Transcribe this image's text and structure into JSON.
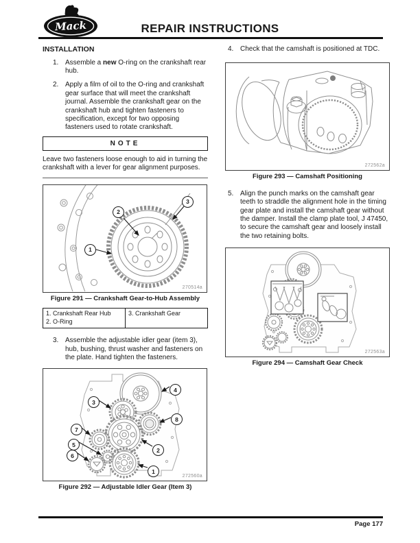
{
  "header": {
    "brand": "Mack",
    "title": "REPAIR INSTRUCTIONS"
  },
  "content": {
    "section_heading": "INSTALLATION",
    "steps": {
      "s1": {
        "num": "1.",
        "pre": "Assemble a ",
        "bold": "new",
        "post": " O-ring on the crankshaft rear hub."
      },
      "s2": {
        "num": "2.",
        "text": "Apply a film of oil to the O-ring and crankshaft gear surface that will meet the crankshaft journal. Assemble the crankshaft gear on the crankshaft hub and tighten fasteners to specification, except for two opposing fasteners used to rotate crankshaft."
      },
      "s3": {
        "num": "3.",
        "text": "Assemble the adjustable idler gear (item 3), hub, bushing, thrust washer and fasteners on the plate. Hand tighten the fasteners."
      },
      "s4": {
        "num": "4.",
        "text": "Check that the camshaft is positioned at TDC."
      },
      "s5": {
        "num": "5.",
        "text": "Align the punch marks on the camshaft gear teeth to straddle the alignment hole in the timing gear plate and install the camshaft gear without the damper. Install the clamp plate tool, J 47450, to secure the camshaft gear and loosely install the two retaining bolts."
      }
    },
    "note": {
      "label": "NOTE",
      "text": "Leave two fasteners loose enough to aid in turning the crankshaft with a lever for gear alignment purposes."
    },
    "legend_table": {
      "col1": [
        "1. Crankshaft Rear Hub",
        "2. O-Ring"
      ],
      "col2": [
        "3. Crankshaft Gear"
      ]
    },
    "figures": {
      "fig291": {
        "caption": "Figure 291 — Crankshaft Gear-to-Hub Assembly",
        "image_id": "270514a",
        "callouts": [
          "1",
          "2",
          "3"
        ]
      },
      "fig292": {
        "caption": "Figure 292 — Adjustable Idler Gear (Item 3)",
        "image_id": "272560a",
        "callouts": [
          "1",
          "2",
          "3",
          "4",
          "5",
          "6",
          "7",
          "8"
        ]
      },
      "fig293": {
        "caption": "Figure 293 — Camshaft Positioning",
        "image_id": "272562a"
      },
      "fig294": {
        "caption": "Figure 294 — Camshaft Gear Check",
        "image_id": "272563a"
      }
    }
  },
  "footer": {
    "page_label": "Page 177"
  },
  "colors": {
    "ink": "#1a1a1a",
    "art_line": "#8f8f8f",
    "figure_border": "#3c3c3c",
    "id_label": "#8f8f8f"
  }
}
